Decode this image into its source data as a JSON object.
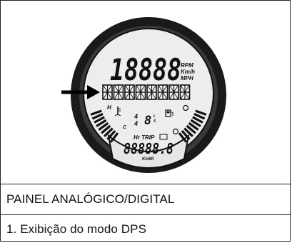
{
  "display": {
    "main_digits": "18888",
    "unit_rpm": "RPM",
    "unit_kmh": "Km/h",
    "unit_mph": "MPH",
    "trip_label": "Hr TRIP",
    "odometer_digits": "88888.8",
    "odometer_unit": "KmMi",
    "gauge_hot_letter": "H",
    "gauge_cold_letter": "C"
  },
  "table": {
    "title": "PAINEL ANALÓGICO/DIGITAL",
    "caption": "1. Exibição do modo DPS"
  },
  "icons": [
    "arrow-pointer-icon",
    "temperature-icon",
    "fuel-pump-icon",
    "gear-indicator-icon"
  ]
}
